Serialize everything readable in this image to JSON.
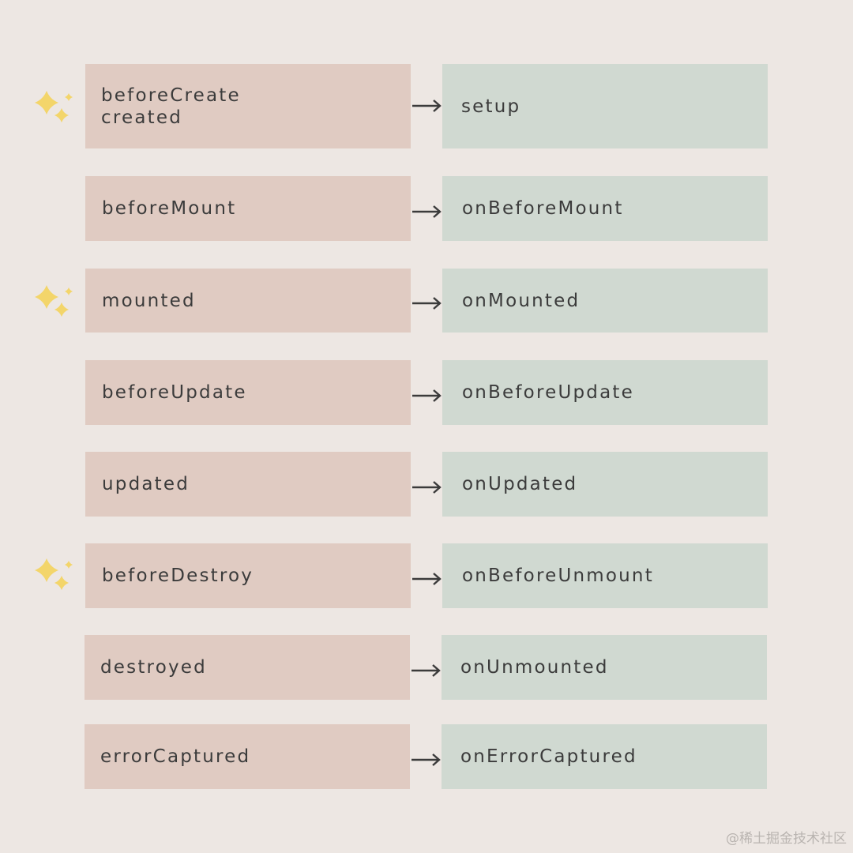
{
  "colors": {
    "background": "#ede7e3",
    "options_box": "#e0cbc2",
    "composition_box": "#d0d9d1",
    "text": "#3b3b3b",
    "sparkle": "#f3d56a"
  },
  "rows": [
    {
      "options_api": "beforeCreate\ncreated",
      "composition_api": "setup",
      "sparkle": true
    },
    {
      "options_api": "beforeMount",
      "composition_api": "onBeforeMount",
      "sparkle": false
    },
    {
      "options_api": "mounted",
      "composition_api": "onMounted",
      "sparkle": true
    },
    {
      "options_api": "beforeUpdate",
      "composition_api": "onBeforeUpdate",
      "sparkle": false
    },
    {
      "options_api": "updated",
      "composition_api": "onUpdated",
      "sparkle": false
    },
    {
      "options_api": "beforeDestroy",
      "composition_api": "onBeforeUnmount",
      "sparkle": true
    },
    {
      "options_api": "destroyed",
      "composition_api": "onUnmounted",
      "sparkle": false
    },
    {
      "options_api": "errorCaptured",
      "composition_api": "onErrorCaptured",
      "sparkle": false
    }
  ],
  "arrow_icon": "right-arrow-icon",
  "sparkle_icon": "sparkles-icon",
  "watermark": "@稀土掘金技术社区"
}
